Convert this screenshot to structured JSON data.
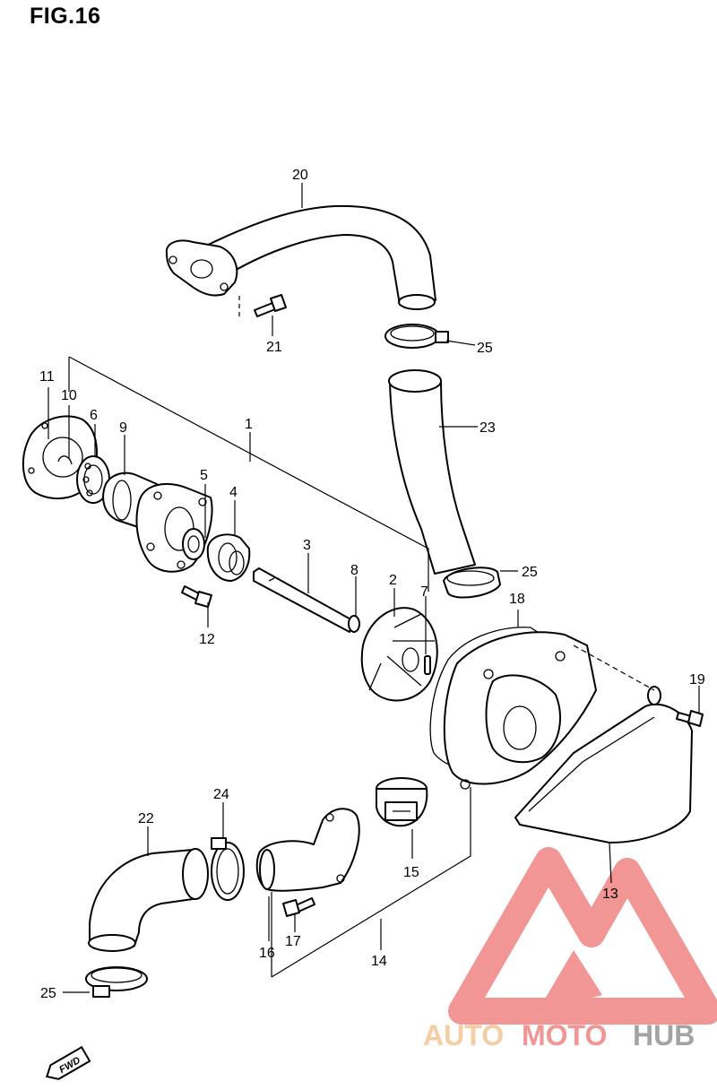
{
  "figure_title": "FIG.16",
  "part_labels": [
    "20",
    "21",
    "25",
    "11",
    "10",
    "6",
    "9",
    "1",
    "5",
    "4",
    "3",
    "8",
    "2",
    "7",
    "12",
    "23",
    "25",
    "18",
    "19",
    "24",
    "22",
    "15",
    "13",
    "16",
    "17",
    "14",
    "25"
  ],
  "fwd_label": "FWD",
  "watermark": {
    "logo": "AUTOMOTOHUB",
    "part1": "AUTO",
    "part2": "MOTO",
    "part3": "HUB",
    "color_light": "#f5c89a",
    "color_red": "#f08a8a",
    "color_gray": "#9a9a9a"
  }
}
